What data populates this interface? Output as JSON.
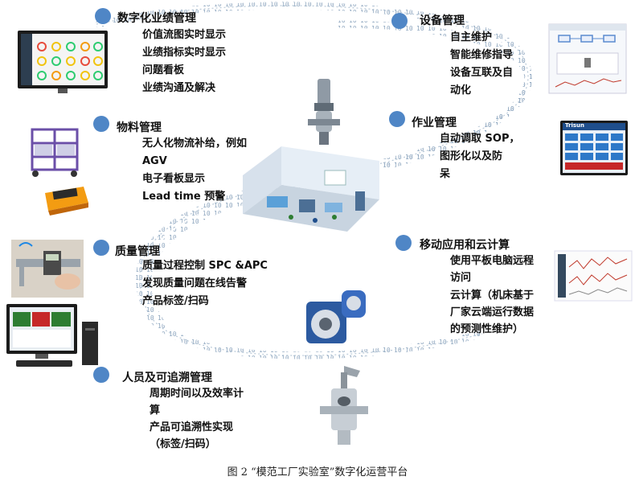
{
  "caption": "图 2 “模范工厂实验室”数字化运营平台",
  "modules": [
    {
      "title": "数字化业绩管理",
      "items": [
        "价值流图实时显示",
        "业绩指标实时显示",
        "问题看板",
        "业绩沟通及解决"
      ]
    },
    {
      "title": "设备管理",
      "items": [
        "自主维护",
        "智能维修指导",
        "设备互联及自",
        "动化"
      ]
    },
    {
      "title": "物料管理",
      "items": [
        "无人化物流补给，例如",
        "AGV",
        "电子看板显示",
        "Lead time 预警"
      ]
    },
    {
      "title": "作业管理",
      "items": [
        "自动调取 SOP，",
        "图形化以及防",
        "呆"
      ]
    },
    {
      "title": "质量管理",
      "items": [
        "质量过程控制 SPC &APC",
        "发现质量问题在线告警",
        "产品标签/扫码"
      ]
    },
    {
      "title": "移动应用和云计算",
      "items": [
        "使用平板电脑远程",
        "访问",
        "云计算（机床基于",
        "厂家云端运行数据",
        "的预测性维护）"
      ]
    },
    {
      "title": "人员及可追溯管理",
      "items": [
        "周期时间以及效率计",
        "算",
        "产品可追溯性实现",
        "（标签/扫码）"
      ]
    }
  ],
  "screens": {
    "dashboard_brand": "",
    "hmi_brand": "Trisun"
  },
  "colors": {
    "accent": "#4f86c6",
    "ring": "#9fb4c8"
  }
}
